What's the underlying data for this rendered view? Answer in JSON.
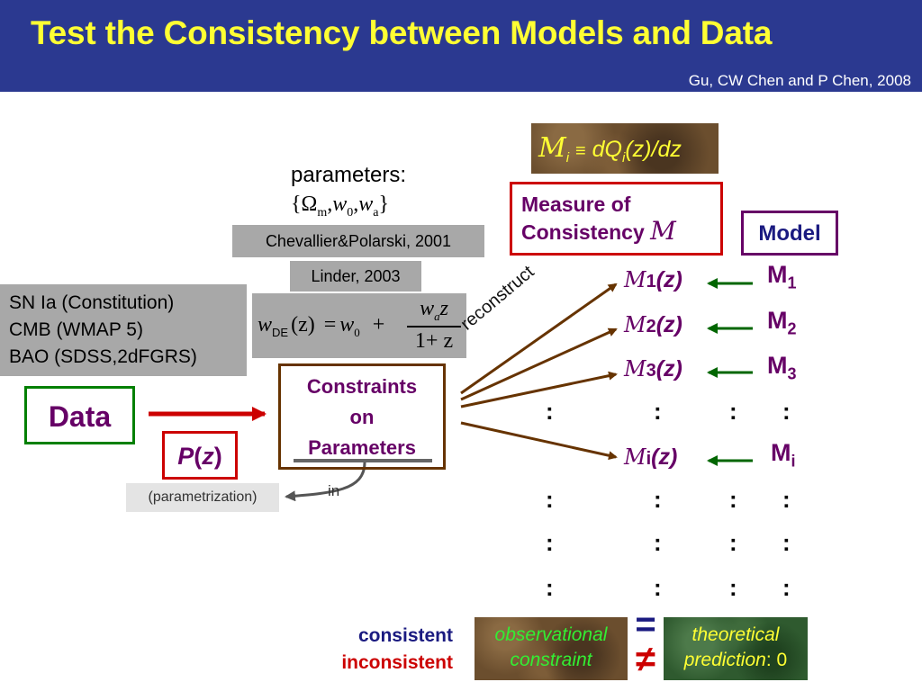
{
  "header": {
    "title": "Test the Consistency between Models and Data",
    "credit": "Gu, CW Chen and P Chen, 2008"
  },
  "formula_top": {
    "lhs_symbol": "M",
    "lhs_sub": "i",
    "equiv": "≡",
    "rhs": "dQ",
    "rhs_sub": "i",
    "rhs_tail": "(z)/dz"
  },
  "measure": {
    "line1": "Measure of",
    "line2": "Consistency",
    "symbol": "M"
  },
  "model_label": "Model",
  "parameters": {
    "label": "parameters:",
    "set_open": "{",
    "omega": "Ω",
    "omega_sub": "m",
    "w0": "w",
    "w0_sub": "0",
    "wa": "w",
    "wa_sub": "a",
    "set_close": "}"
  },
  "references": {
    "ref1": "Chevallier&Polarski, 2001",
    "ref2": "Linder, 2003"
  },
  "equation": {
    "w": "w",
    "w_sub": "DE",
    "arg": "(z)",
    "eq": "=",
    "w0": "w",
    "w0_sub": "0",
    "plus": "+",
    "num_w": "w",
    "num_sub": "a",
    "num_z": "z",
    "den": "1+ z"
  },
  "datasets": [
    "SN Ia (Constitution)",
    "CMB (WMAP 5)",
    "BAO (SDSS,2dFGRS)"
  ],
  "data_label": "Data",
  "pz": {
    "p": "P",
    "z": "z"
  },
  "parametrization": "(parametrization)",
  "in_label": "in",
  "constraints": {
    "line1": "Constraints",
    "line2": "on",
    "line3": "Parameters"
  },
  "reconstruct": "reconstruct",
  "measures": [
    {
      "sym": "M",
      "sub": "1",
      "arg": "(z)"
    },
    {
      "sym": "M",
      "sub": "2",
      "arg": "(z)"
    },
    {
      "sym": "M",
      "sub": "3",
      "arg": "(z)"
    },
    {
      "sym": "M",
      "sub": "i",
      "arg": "(z)"
    }
  ],
  "models": [
    {
      "m": "M",
      "sub": "1"
    },
    {
      "m": "M",
      "sub": "2"
    },
    {
      "m": "M",
      "sub": "3"
    },
    {
      "m": "M",
      "sub": "i"
    }
  ],
  "colon": ":",
  "legend": {
    "consistent": "consistent",
    "inconsistent": "inconsistent",
    "obs_line1": "observational",
    "obs_line2": "constraint",
    "equal": "=",
    "not_equal": "≠",
    "theo_line1": "theoretical",
    "theo_line2": "prediction",
    "theo_tail": ": 0"
  },
  "colors": {
    "header_bg": "#2b3990",
    "title": "#ffff33",
    "purple": "#660066",
    "green": "#006600",
    "red_box": "#cc0000",
    "brown": "#663300"
  }
}
